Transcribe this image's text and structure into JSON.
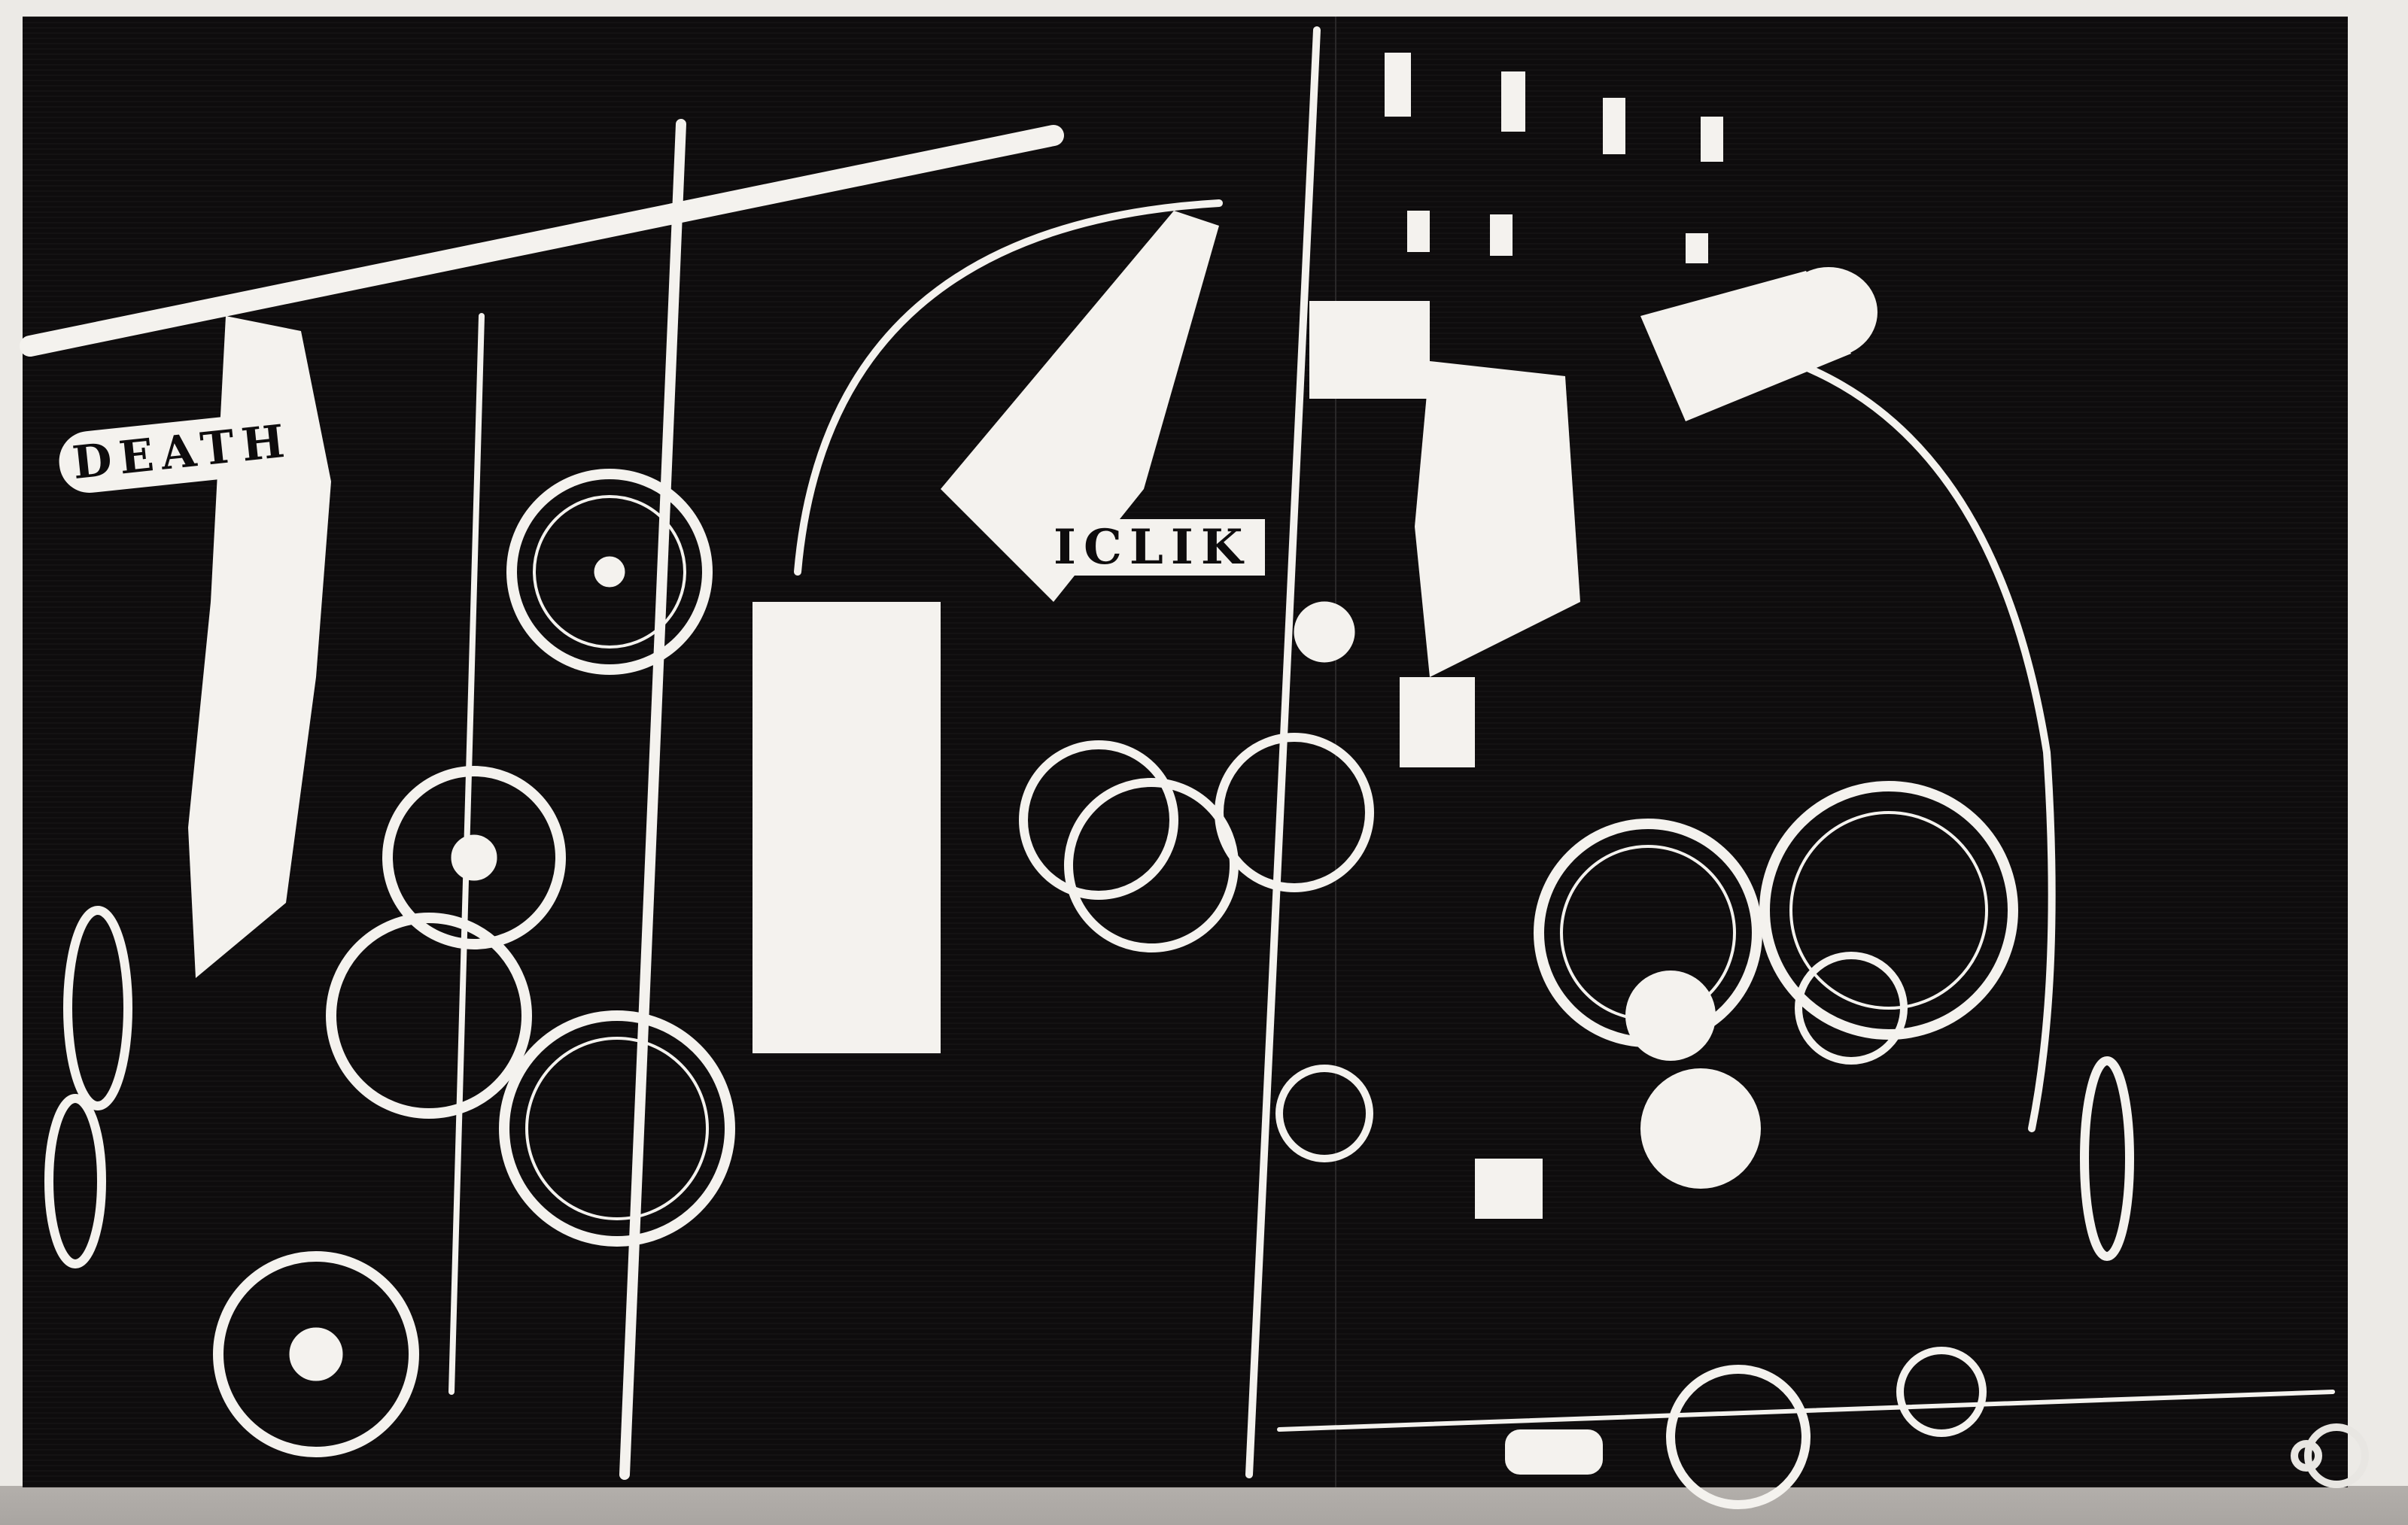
{
  "artwork": {
    "description": "Two-panel black and white drawing of kinetic machinery with bicycle wheels, poles, buildings with lit windows, and cylinder, displayed on gallery floor against wall",
    "panels": 2,
    "lettering": {
      "left": "DEATH",
      "center": "ICLIK"
    },
    "signature": "signature-mark"
  },
  "colors": {
    "ink": "#0e0c0d",
    "paper": "#f4f2ee",
    "wall": "#eceae6",
    "floor": "#aca8a4"
  }
}
